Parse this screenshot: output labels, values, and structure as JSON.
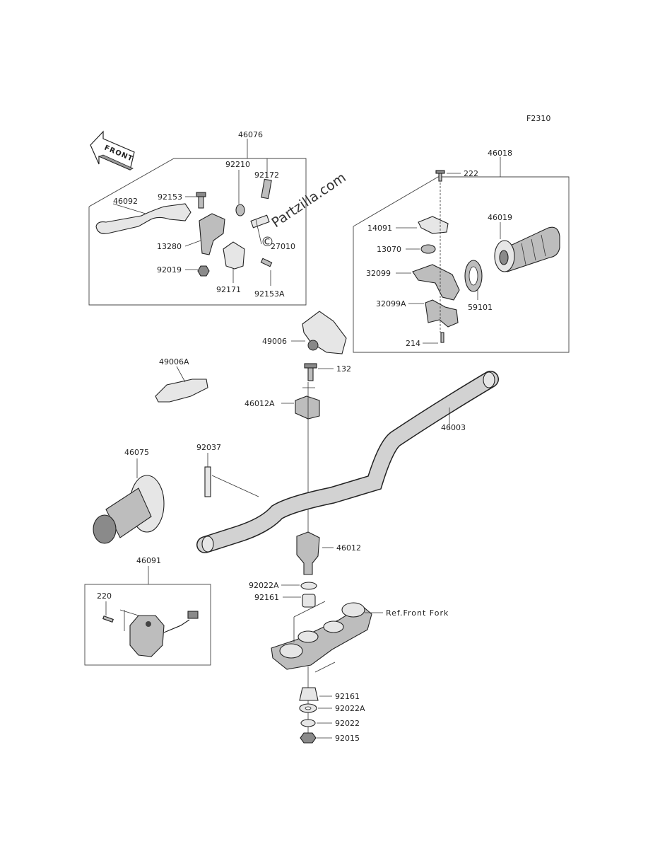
{
  "figure_code": "F2310",
  "front_label": "FRONT",
  "watermark": "Partzilla.com",
  "copyright_symbol": "©",
  "reference": "Ref.Front Fork",
  "parts": {
    "p46076": "46076",
    "p46092": "46092",
    "p92153": "92153",
    "p92210": "92210",
    "p92172": "92172",
    "p13280": "13280",
    "p27010": "27010",
    "p92019": "92019",
    "p92171": "92171",
    "p92153A": "92153A",
    "p46018": "46018",
    "p222": "222",
    "p14091": "14091",
    "p46019": "46019",
    "p13070": "13070",
    "p32099": "32099",
    "p32099A": "32099A",
    "p59101": "59101",
    "p214": "214",
    "p49006": "49006",
    "p49006A": "49006A",
    "p132": "132",
    "p46012A": "46012A",
    "p46003": "46003",
    "p92037": "92037",
    "p46075": "46075",
    "p46012": "46012",
    "p46091": "46091",
    "p220": "220",
    "p92022A_top": "92022A",
    "p92161_top": "92161",
    "p92161_bot": "92161",
    "p92022A_bot": "92022A",
    "p92022": "92022",
    "p92015": "92015"
  }
}
